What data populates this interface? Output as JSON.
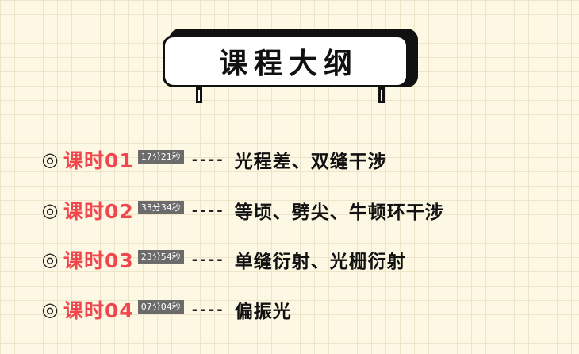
{
  "title": "课程大纲",
  "lessons": [
    {
      "icon": "◎",
      "label": "课时01",
      "duration": "17分21秒",
      "dashes": "----",
      "topic": "光程差、双缝干涉"
    },
    {
      "icon": "◎",
      "label": "课时02",
      "duration": "33分34秒",
      "dashes": "----",
      "topic": "等顷、劈尖、牛顿环干涉"
    },
    {
      "icon": "◎",
      "label": "课时03",
      "duration": "23分54秒",
      "dashes": "----",
      "topic": "单缝衍射、光栅衍射"
    },
    {
      "icon": "◎",
      "label": "课时04",
      "duration": "07分04秒",
      "dashes": "----",
      "topic": "偏振光"
    }
  ],
  "colors": {
    "background": "#fdf8e3",
    "grid": "#ece5c9",
    "accent_red": "#f0474e",
    "duration_badge": "#6b6b6b",
    "ink": "#111111"
  }
}
